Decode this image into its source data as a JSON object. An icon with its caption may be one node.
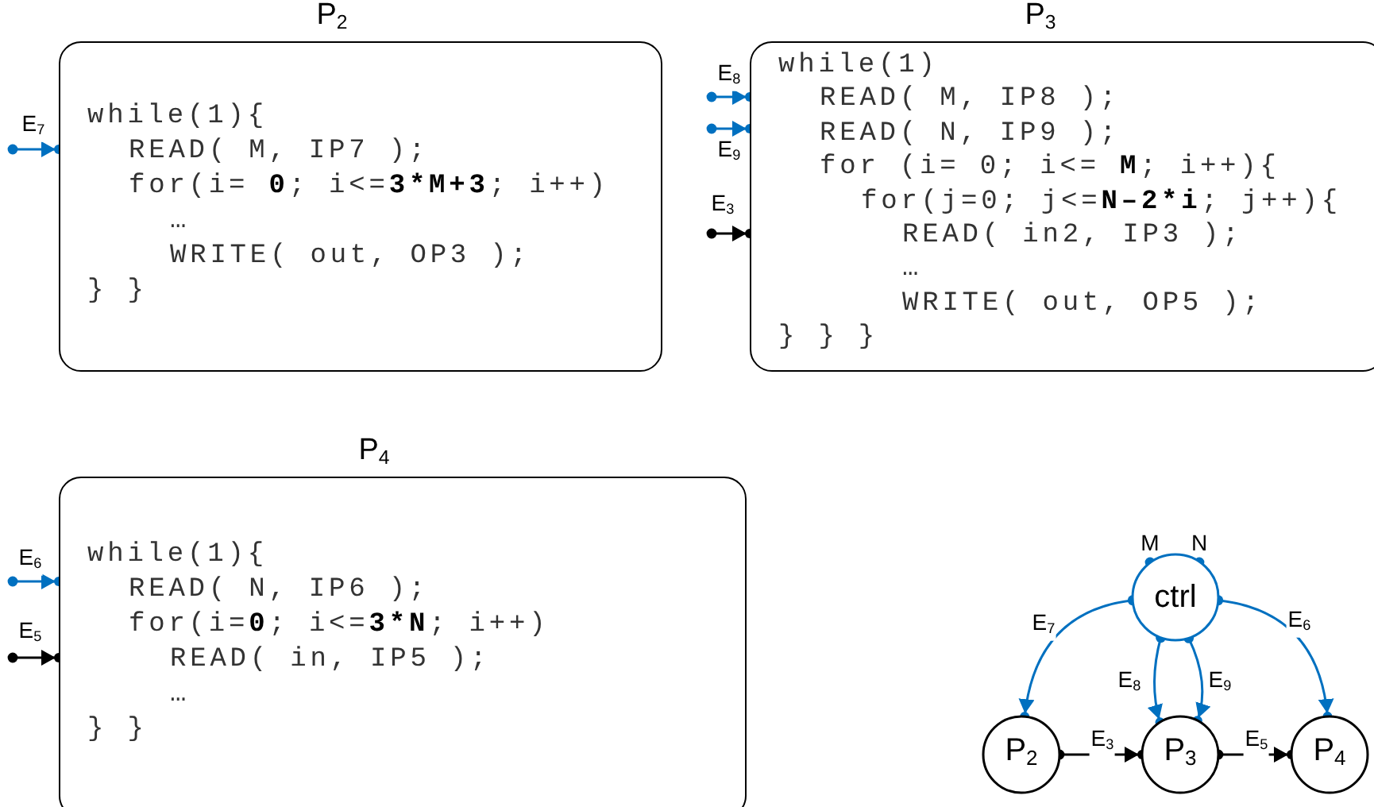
{
  "diagram": {
    "nodes": [
      {
        "text": [
          "P$_{2}$",
          "while(1){",
          "READ( M, IP7 );",
          "for(i= **0**; i<=**3*M+3**; i++)",
          "…",
          "WRITE( out, OP3 );",
          "} }"
        ]
      },
      {
        "text": [
          "P$_{3}$",
          "while(1)",
          "READ( M, IP8 );",
          "READ( N, IP9 );",
          "for (i= 0; i<= **M**; i++){",
          "for(j=0; j<=**N–2*i**; j++){",
          "READ( in2, IP3 );",
          "…",
          "WRITE( out, OP5 );",
          "} } }"
        ]
      },
      {
        "text": [
          "P$_{4}$",
          "while(1){",
          "READ( N, IP6 );",
          "for(i=**0**; i<=**3*N**; i++)",
          "READ( in, IP5 );",
          "…",
          "} }"
        ]
      },
      {
        "text": [
          "ctrl"
        ],
        "beside": [
          "M",
          "N"
        ]
      },
      {
        "text": [
          "P$_{2}$"
        ]
      },
      {
        "text": [
          "P$_{3}$"
        ]
      },
      {
        "text": [
          "P$_{4}$"
        ]
      }
    ],
    "edges": [
      {
        "from": null,
        "to": 0,
        "arrow": "to",
        "label": "E$_{7}$"
      },
      {
        "from": null,
        "to": 1,
        "arrow": "to",
        "label": "E$_{8}$"
      },
      {
        "from": null,
        "to": 1,
        "arrow": "to",
        "label": "E$_{9}$"
      },
      {
        "from": null,
        "to": 1,
        "arrow": "to",
        "label": "E$_{3}$",
        "color": "#000000"
      },
      {
        "from": null,
        "to": 2,
        "arrow": "to",
        "label": "E$_{6}$"
      },
      {
        "from": null,
        "to": 2,
        "arrow": "to",
        "label": "E$_{5}$",
        "color": "#000000"
      },
      {
        "from": 3,
        "to": 4,
        "arrow": "to",
        "label": "E$_{7}$"
      },
      {
        "from": 3,
        "to": 5,
        "arrow": "to",
        "label": "E$_{8}$"
      },
      {
        "from": 3,
        "to": 5,
        "arrow": "to",
        "label": "E$_{9}$"
      },
      {
        "from": 3,
        "to": 6,
        "arrow": "to",
        "label": "E$_{6}$"
      },
      {
        "from": 4,
        "to": 5,
        "arrow": "to",
        "label": "E$_{3}$",
        "color": "#000000"
      },
      {
        "from": 5,
        "to": 6,
        "arrow": "to",
        "label": "E$_{5}$",
        "color": "#000000"
      }
    ]
  }
}
